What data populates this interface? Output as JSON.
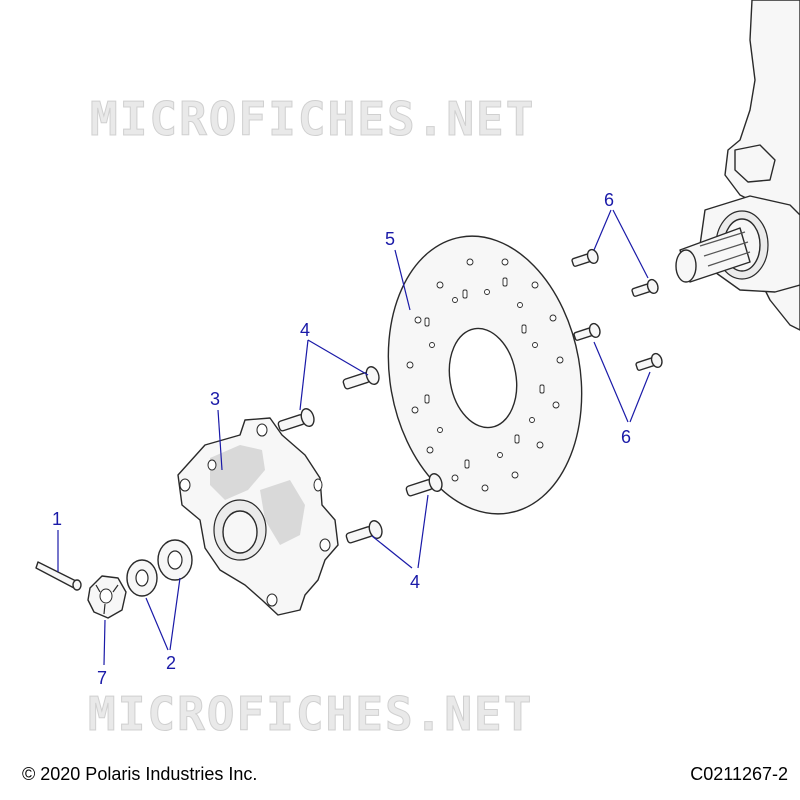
{
  "watermark": {
    "top": "MICROFICHES.NET",
    "bottom": "MICROFICHES.NET"
  },
  "callouts": {
    "c1": "1",
    "c2": "2",
    "c3": "3",
    "c4_top": "4",
    "c4_bottom": "4",
    "c5": "5",
    "c6_top": "6",
    "c6_bottom": "6",
    "c7": "7"
  },
  "footer": {
    "copyright": "© 2020 Polaris Industries Inc.",
    "code": "C0211267-2"
  },
  "colors": {
    "callout": "#1a1aa8",
    "watermark": "#e9e9e9"
  }
}
